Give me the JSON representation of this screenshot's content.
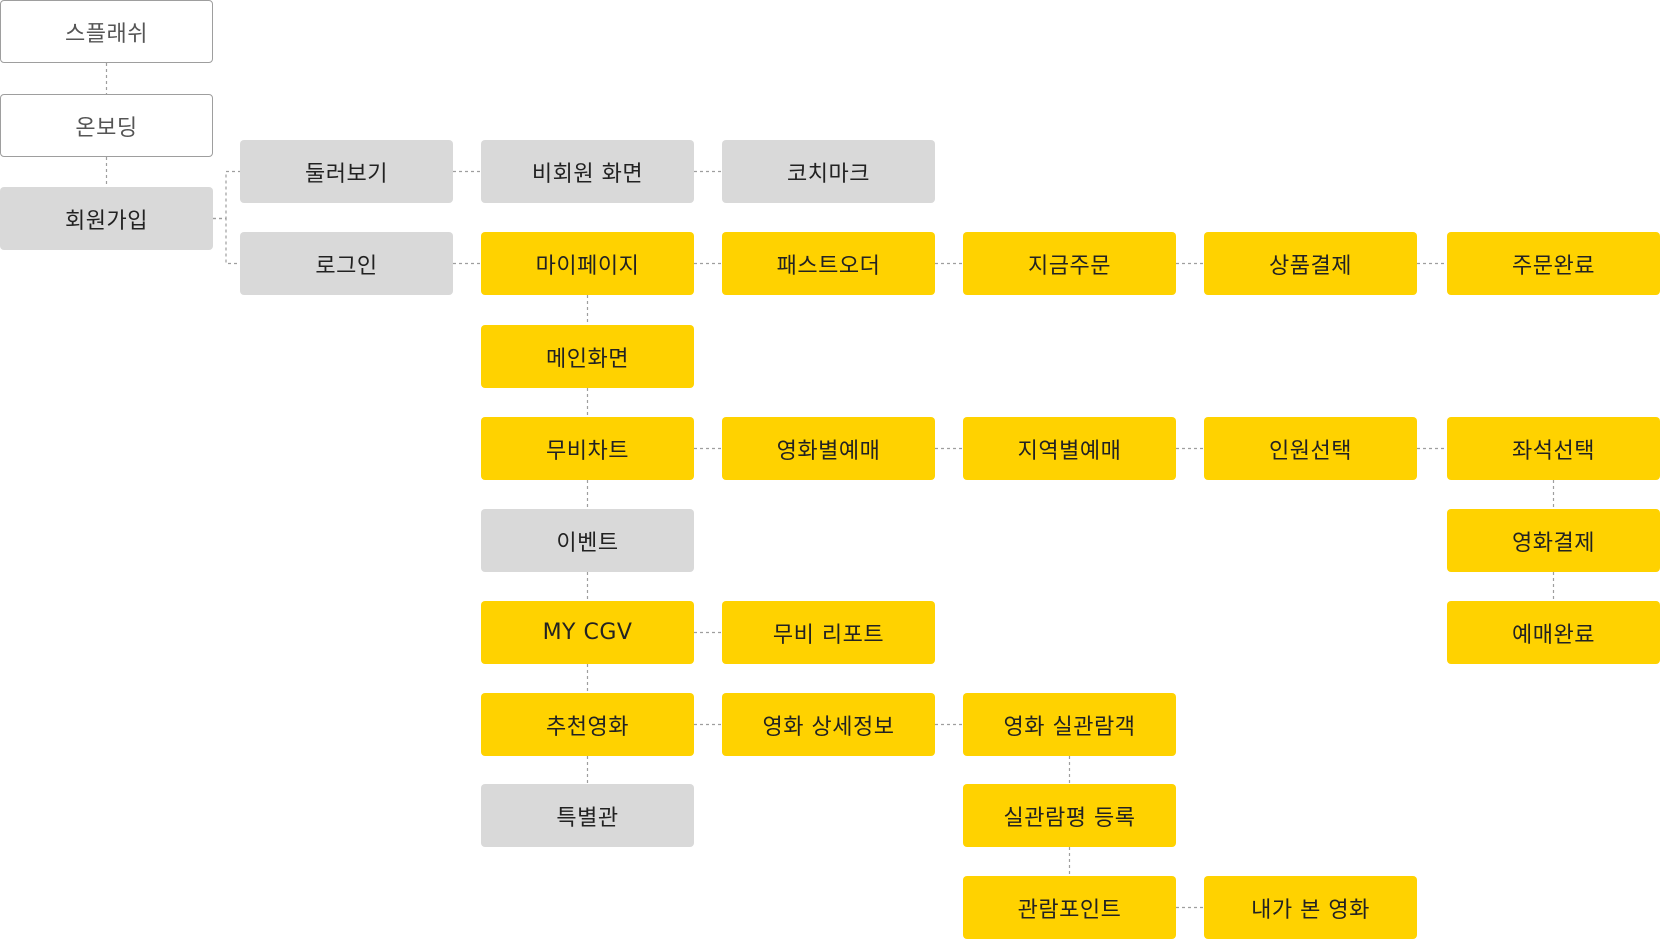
{
  "colors": {
    "outline_border": "#9e9e9e",
    "gray": "#d9d9d9",
    "yellow": "#ffd200",
    "connector": "#9e9e9e"
  },
  "nodes": [
    {
      "id": "splash",
      "label": "스플래쉬",
      "style": "outline"
    },
    {
      "id": "onboarding",
      "label": "온보딩",
      "style": "outline"
    },
    {
      "id": "signup",
      "label": "회원가입",
      "style": "gray"
    },
    {
      "id": "browse",
      "label": "둘러보기",
      "style": "gray"
    },
    {
      "id": "nonmember",
      "label": "비회원 화면",
      "style": "gray"
    },
    {
      "id": "coachmark",
      "label": "코치마크",
      "style": "gray"
    },
    {
      "id": "login",
      "label": "로그인",
      "style": "gray"
    },
    {
      "id": "mypage",
      "label": "마이페이지",
      "style": "yellow"
    },
    {
      "id": "fastorder",
      "label": "패스트오더",
      "style": "yellow"
    },
    {
      "id": "ordernow",
      "label": "지금주문",
      "style": "yellow"
    },
    {
      "id": "productpay",
      "label": "상품결제",
      "style": "yellow"
    },
    {
      "id": "ordercomplete",
      "label": "주문완료",
      "style": "yellow"
    },
    {
      "id": "main",
      "label": "메인화면",
      "style": "yellow"
    },
    {
      "id": "moviechart",
      "label": "무비차트",
      "style": "yellow"
    },
    {
      "id": "bymovie",
      "label": "영화별예매",
      "style": "yellow"
    },
    {
      "id": "byregion",
      "label": "지역별예매",
      "style": "yellow"
    },
    {
      "id": "headcount",
      "label": "인원선택",
      "style": "yellow"
    },
    {
      "id": "seat",
      "label": "좌석선택",
      "style": "yellow"
    },
    {
      "id": "event",
      "label": "이벤트",
      "style": "gray"
    },
    {
      "id": "moviepay",
      "label": "영화결제",
      "style": "yellow"
    },
    {
      "id": "mycgv",
      "label": "MY CGV",
      "style": "yellow"
    },
    {
      "id": "moviereport",
      "label": "무비 리포트",
      "style": "yellow"
    },
    {
      "id": "bookingcomplete",
      "label": "예매완료",
      "style": "yellow"
    },
    {
      "id": "recommend",
      "label": "추천영화",
      "style": "yellow"
    },
    {
      "id": "moviedetail",
      "label": "영화 상세정보",
      "style": "yellow"
    },
    {
      "id": "audience",
      "label": "영화 실관람객",
      "style": "yellow"
    },
    {
      "id": "special",
      "label": "특별관",
      "style": "gray"
    },
    {
      "id": "reviewreg",
      "label": "실관람평 등록",
      "style": "yellow"
    },
    {
      "id": "points",
      "label": "관람포인트",
      "style": "yellow"
    },
    {
      "id": "watched",
      "label": "내가 본 영화",
      "style": "yellow"
    }
  ],
  "edges": [
    [
      "splash",
      "onboarding"
    ],
    [
      "onboarding",
      "signup"
    ],
    [
      "signup",
      "browse"
    ],
    [
      "signup",
      "login"
    ],
    [
      "browse",
      "nonmember"
    ],
    [
      "nonmember",
      "coachmark"
    ],
    [
      "login",
      "mypage"
    ],
    [
      "mypage",
      "fastorder"
    ],
    [
      "fastorder",
      "ordernow"
    ],
    [
      "ordernow",
      "productpay"
    ],
    [
      "productpay",
      "ordercomplete"
    ],
    [
      "mypage",
      "main"
    ],
    [
      "main",
      "moviechart"
    ],
    [
      "moviechart",
      "bymovie"
    ],
    [
      "bymovie",
      "byregion"
    ],
    [
      "byregion",
      "headcount"
    ],
    [
      "headcount",
      "seat"
    ],
    [
      "seat",
      "moviepay"
    ],
    [
      "moviepay",
      "bookingcomplete"
    ],
    [
      "moviechart",
      "event"
    ],
    [
      "event",
      "mycgv"
    ],
    [
      "mycgv",
      "moviereport"
    ],
    [
      "mycgv",
      "recommend"
    ],
    [
      "recommend",
      "moviedetail"
    ],
    [
      "moviedetail",
      "audience"
    ],
    [
      "audience",
      "reviewreg"
    ],
    [
      "reviewreg",
      "points"
    ],
    [
      "points",
      "watched"
    ],
    [
      "recommend",
      "special"
    ]
  ]
}
